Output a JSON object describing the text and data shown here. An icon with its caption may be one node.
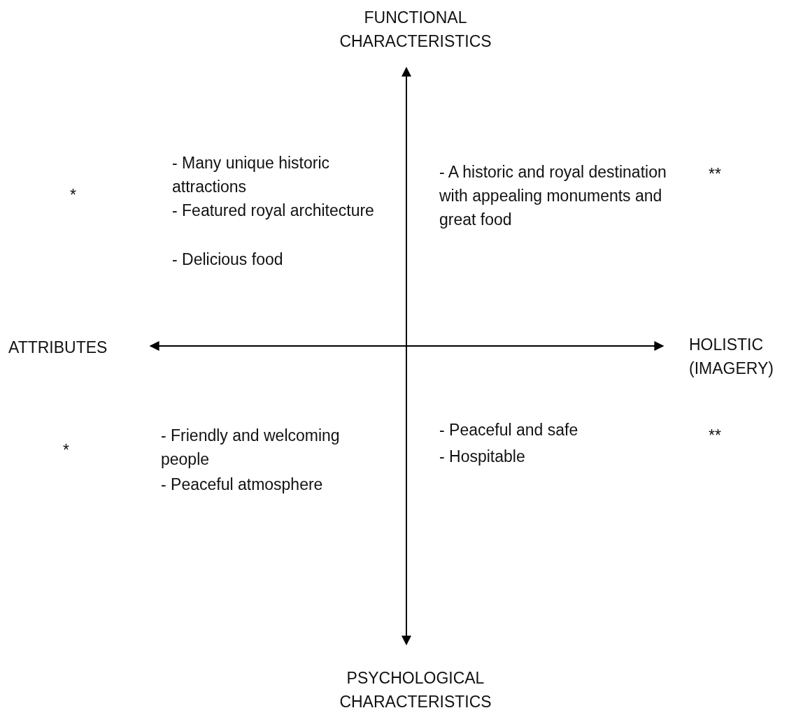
{
  "diagram": {
    "labels": [
      "FUNCTIONAL CHARACTERISTICS",
      "*",
      "- Many unique historic attractions",
      "- Featured royal architecture",
      "- Delicious food",
      "- A historic and royal destination with appealing monuments and great food",
      "**",
      "ATTRIBUTES",
      "HOLISTIC (IMAGERY)",
      "*",
      "- Friendly and welcoming people",
      "- Peaceful atmosphere",
      "- Peaceful and safe",
      "- Hospitable",
      "**",
      "PSYCHOLOGICAL CHARACTERISTICS"
    ]
  }
}
